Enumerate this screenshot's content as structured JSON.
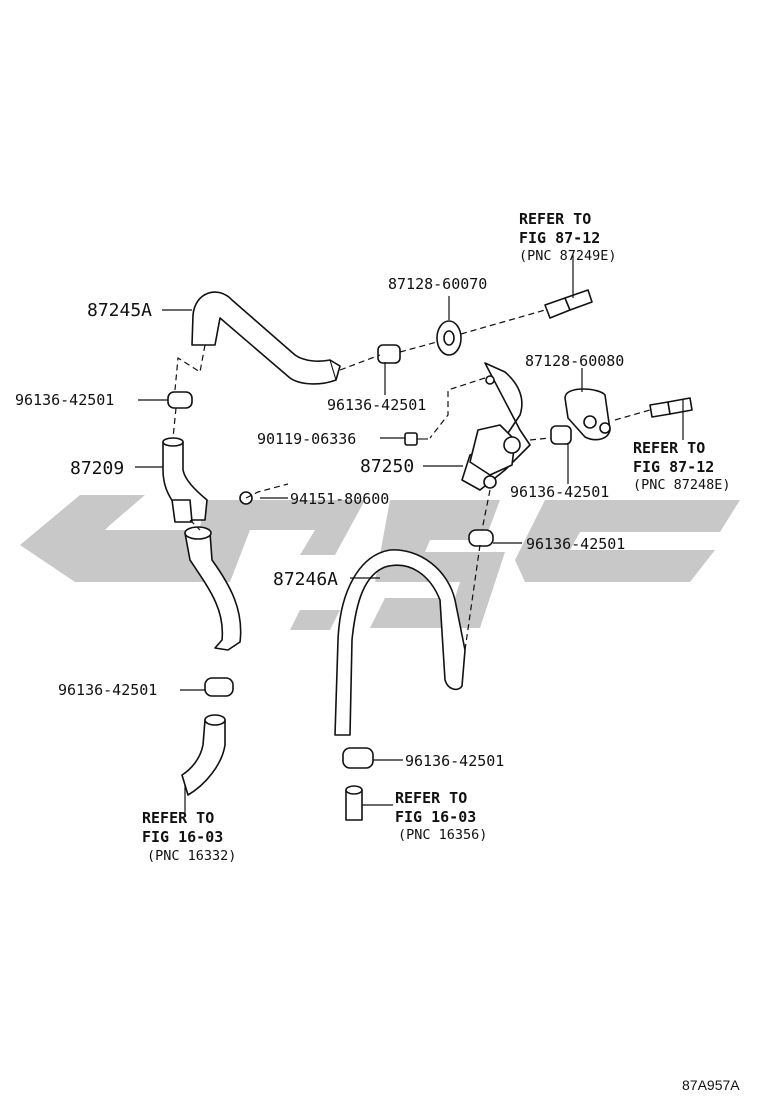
{
  "labels": {
    "hose_upper": "87245A",
    "hose_lower": "87246A",
    "pipe": "87209",
    "valve": "87250",
    "clamp_left_upper": "96136-42501",
    "clamp_center_upper": "96136-42501",
    "clamp_right": "96136-42501",
    "clamp_mid": "96136-42501",
    "clamp_left_lower": "96136-42501",
    "clamp_bottom": "96136-42501",
    "grommet_upper": "87128-60070",
    "grommet_right": "87128-60080",
    "bolt": "90119-06336",
    "nut": "94151-80600"
  },
  "refs": {
    "top": {
      "line1": "REFER TO",
      "line2": "FIG 87-12",
      "line3": "(PNC 87249E)"
    },
    "right": {
      "line1": "REFER TO",
      "line2": "FIG 87-12",
      "line3": "(PNC 87248E)"
    },
    "bottom_left": {
      "line1": "REFER TO",
      "line2": "FIG 16-03",
      "line3": "(PNC 16332)"
    },
    "bottom_center": {
      "line1": "REFER TO",
      "line2": "FIG 16-03",
      "line3": "(PNC 16356)"
    }
  },
  "figure_code": "87A957A",
  "colors": {
    "line": "#111111",
    "watermark": "#c8c8c8"
  }
}
